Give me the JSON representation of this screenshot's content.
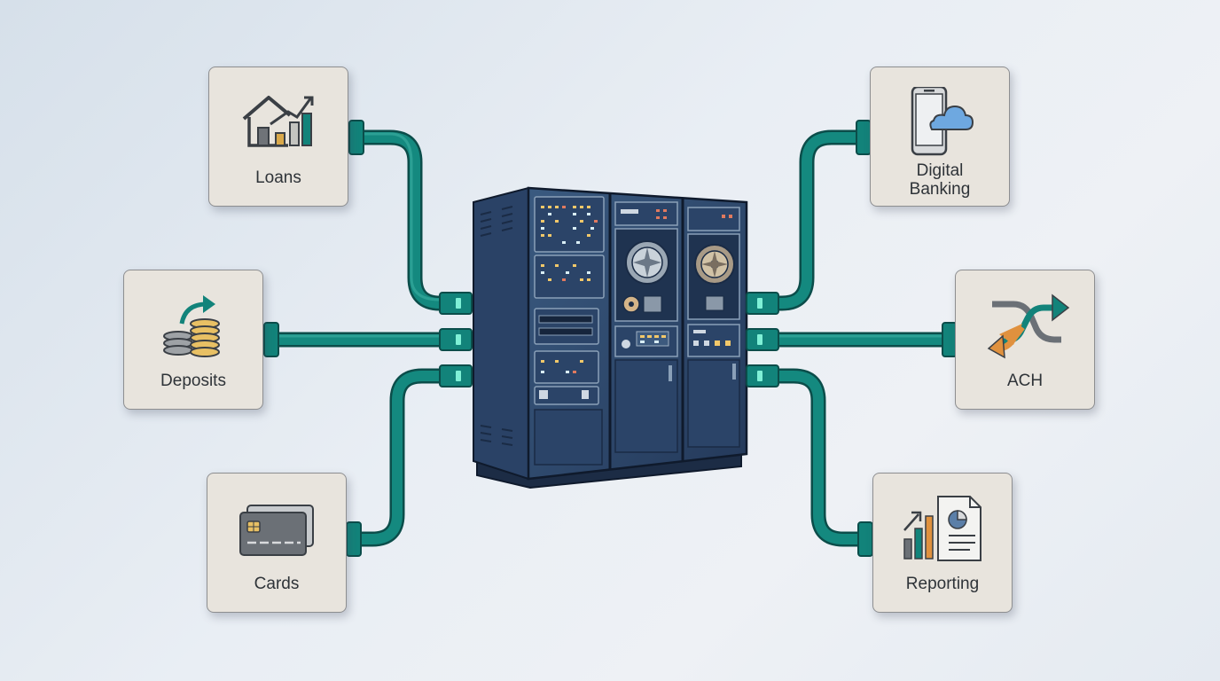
{
  "nodes": {
    "loans": {
      "label": "Loans",
      "icon": "house-chart-icon"
    },
    "deposits": {
      "label": "Deposits",
      "icon": "coins-arrow-icon"
    },
    "cards": {
      "label": "Cards",
      "icon": "credit-card-icon"
    },
    "digital_banking": {
      "label_line1": "Digital",
      "label_line2": "Banking",
      "icon": "phone-cloud-icon"
    },
    "ach": {
      "label": "ACH",
      "icon": "exchange-arrows-icon"
    },
    "reporting": {
      "label": "Reporting",
      "icon": "report-chart-icon"
    }
  },
  "center": {
    "icon": "mainframe-server-icon"
  },
  "colors": {
    "pipe": "#12837a",
    "pipe_outline": "#0b4d4a",
    "server": "#2f4a6d",
    "server_dark": "#1f3350",
    "card_bg": "#e8e4dd",
    "accent_gold": "#d9a84a",
    "accent_orange": "#e0913e",
    "accent_blue": "#6ea8e0"
  }
}
